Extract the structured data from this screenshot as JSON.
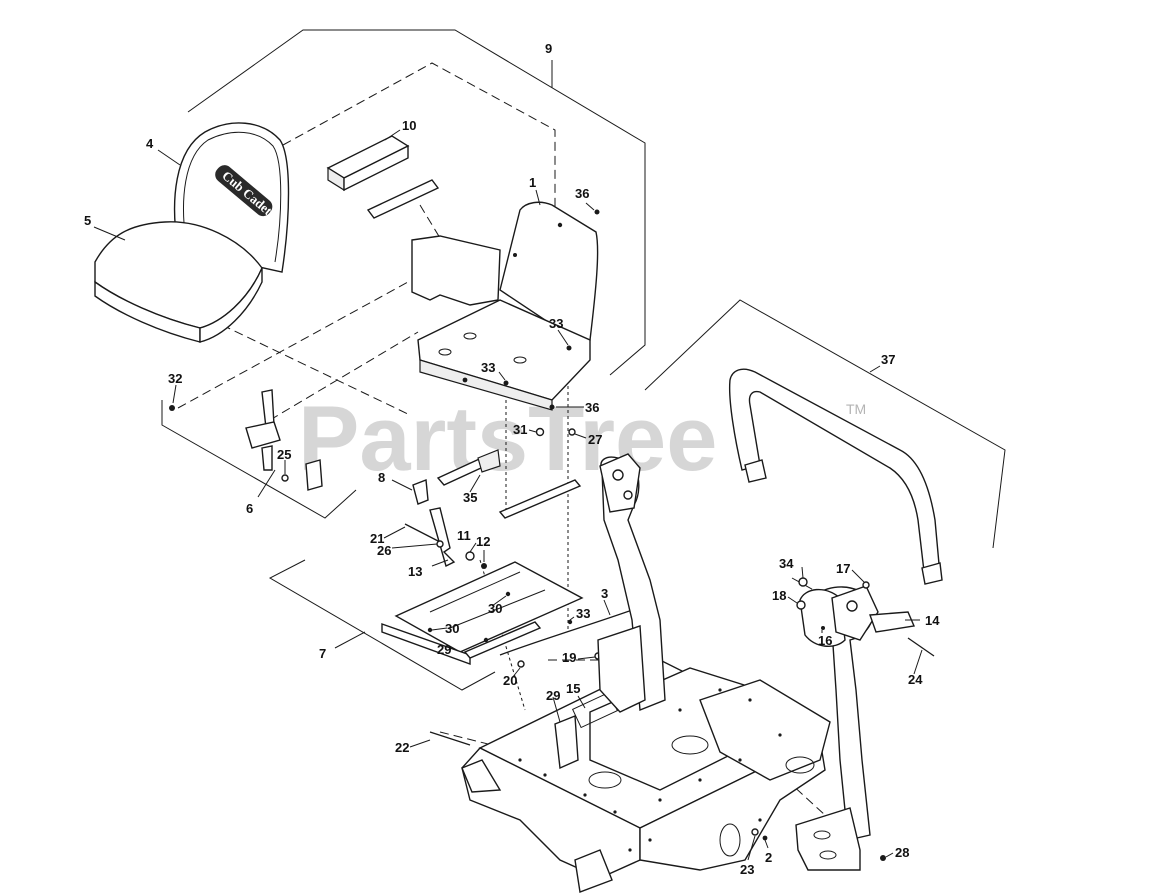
{
  "watermark": {
    "text": "PartsTree",
    "trademark": "TM"
  },
  "seat_logo": "Cub Cadet",
  "colors": {
    "line": "#1a1a1a",
    "watermark": "#b4b4b4",
    "background": "#ffffff"
  },
  "callouts": [
    {
      "id": "c1",
      "label": "1"
    },
    {
      "id": "c2",
      "label": "2"
    },
    {
      "id": "c3",
      "label": "3"
    },
    {
      "id": "c4",
      "label": "4"
    },
    {
      "id": "c5",
      "label": "5"
    },
    {
      "id": "c6",
      "label": "6"
    },
    {
      "id": "c7",
      "label": "7"
    },
    {
      "id": "c8",
      "label": "8"
    },
    {
      "id": "c9",
      "label": "9"
    },
    {
      "id": "c10",
      "label": "10"
    },
    {
      "id": "c11",
      "label": "11"
    },
    {
      "id": "c12",
      "label": "12"
    },
    {
      "id": "c13",
      "label": "13"
    },
    {
      "id": "c14",
      "label": "14"
    },
    {
      "id": "c15",
      "label": "15"
    },
    {
      "id": "c16",
      "label": "16"
    },
    {
      "id": "c17",
      "label": "17"
    },
    {
      "id": "c18",
      "label": "18"
    },
    {
      "id": "c19",
      "label": "19"
    },
    {
      "id": "c20",
      "label": "20"
    },
    {
      "id": "c21",
      "label": "21"
    },
    {
      "id": "c22",
      "label": "22"
    },
    {
      "id": "c23",
      "label": "23"
    },
    {
      "id": "c24",
      "label": "24"
    },
    {
      "id": "c25",
      "label": "25"
    },
    {
      "id": "c26",
      "label": "26"
    },
    {
      "id": "c27",
      "label": "27"
    },
    {
      "id": "c28",
      "label": "28"
    },
    {
      "id": "c29a",
      "label": "29"
    },
    {
      "id": "c29b",
      "label": "29"
    },
    {
      "id": "c30a",
      "label": "30"
    },
    {
      "id": "c30b",
      "label": "30"
    },
    {
      "id": "c31",
      "label": "31"
    },
    {
      "id": "c32",
      "label": "32"
    },
    {
      "id": "c33a",
      "label": "33"
    },
    {
      "id": "c33b",
      "label": "33"
    },
    {
      "id": "c33c",
      "label": "33"
    },
    {
      "id": "c34",
      "label": "34"
    },
    {
      "id": "c35",
      "label": "35"
    },
    {
      "id": "c36a",
      "label": "36"
    },
    {
      "id": "c36b",
      "label": "36"
    },
    {
      "id": "c37",
      "label": "37"
    }
  ]
}
